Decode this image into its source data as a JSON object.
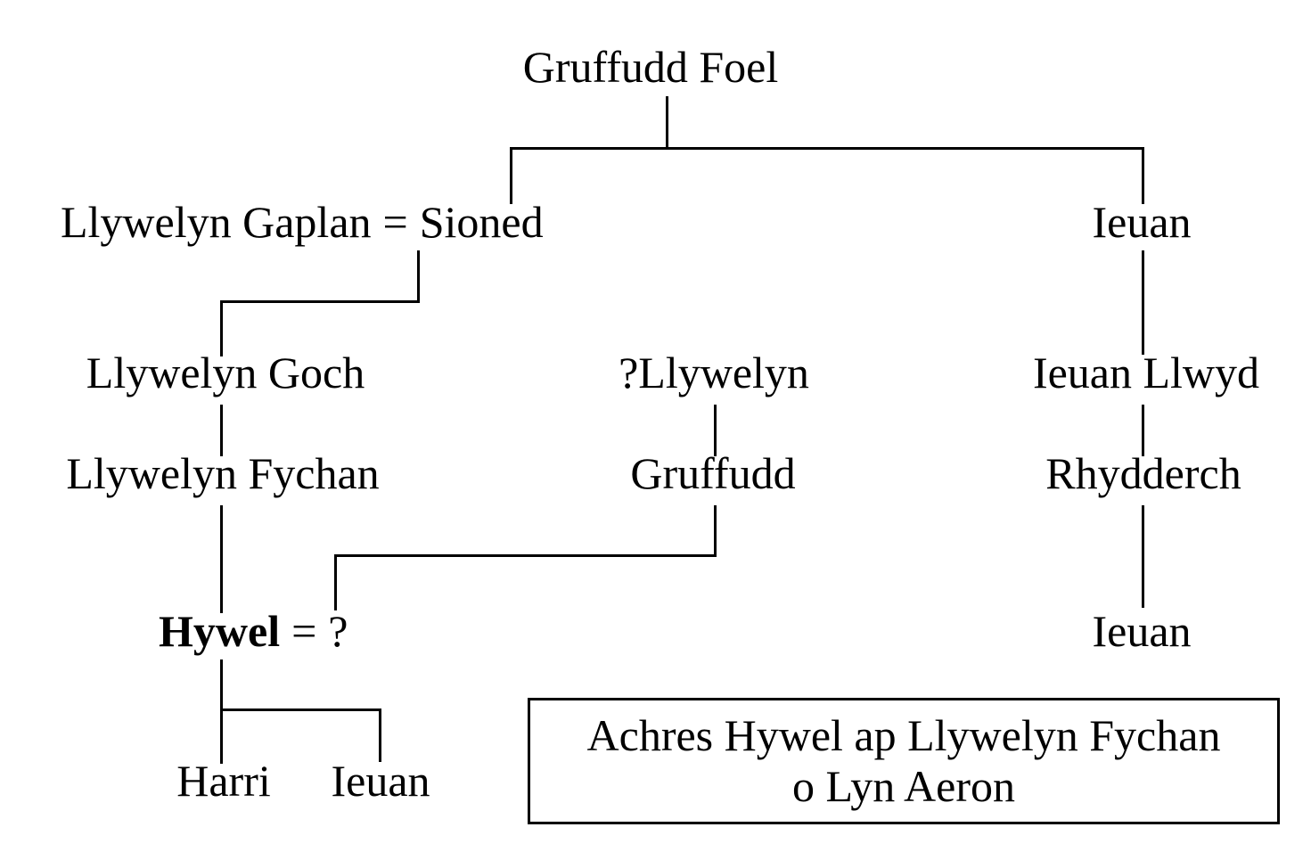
{
  "colors": {
    "ink": "#000000",
    "background": "#ffffff"
  },
  "tree": {
    "gen1": {
      "gruffudd_foel": "Gruffudd Foel"
    },
    "gen2": {
      "llywelyn_gaplan": "Llywelyn Gaplan",
      "marriage_sign": "=",
      "sioned": "Sioned",
      "ieuan": "Ieuan"
    },
    "gen3": {
      "llywelyn_goch": "Llywelyn Goch",
      "llywelyn_uncertain": "?Llywelyn",
      "ieuan_llwyd": "Ieuan Llwyd"
    },
    "gen4": {
      "llywelyn_fychan": "Llywelyn Fychan",
      "gruffudd": "Gruffudd",
      "rhydderch": "Rhydderch"
    },
    "gen5": {
      "hywel": "Hywel",
      "marriage_sign": "=",
      "unknown_spouse": "?",
      "ieuan": "Ieuan"
    },
    "gen6": {
      "harri": "Harri",
      "ieuan": "Ieuan"
    }
  },
  "caption": {
    "line1": "Achres Hywel ap Llywelyn Fychan",
    "line2": "o Lyn Aeron"
  }
}
